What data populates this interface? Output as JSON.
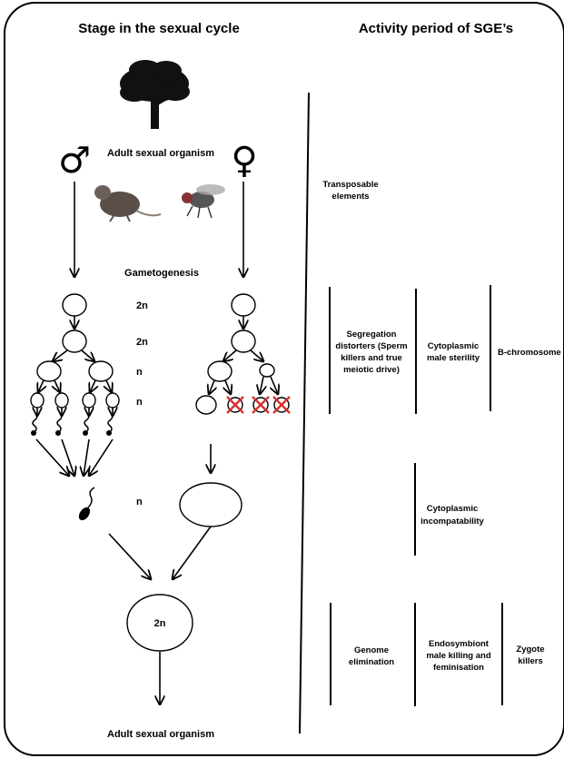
{
  "headers": {
    "left": "Stage in the sexual cycle",
    "right": "Activity period of SGE’s"
  },
  "stages": {
    "adult_top": "Adult sexual organism",
    "gametogenesis": "Gametogenesis",
    "adult_bottom": "Adult sexual organism"
  },
  "ploidy": [
    "2n",
    "2n",
    "n",
    "n",
    "n",
    "2n"
  ],
  "symbols": {
    "male": "♂",
    "female": "♀"
  },
  "sge": {
    "transposable": [
      "Transposable",
      "elements"
    ],
    "segregation": [
      "Segregation",
      "distorters (Sperm",
      "killers and true",
      "meiotic drive)"
    ],
    "cms": [
      "Cytoplasmic",
      "male sterility"
    ],
    "bchrom": [
      "B-chromosome"
    ],
    "ci": [
      "Cytoplasmic",
      "incompatability"
    ],
    "genome": [
      "Genome",
      "elimination"
    ],
    "endosymbiont": [
      "Endosymbiont",
      "male killing and",
      "feminisation"
    ],
    "zygote": [
      "Zygote",
      "killers"
    ]
  },
  "colors": {
    "cross": "#d9302c",
    "line": "#000000"
  }
}
